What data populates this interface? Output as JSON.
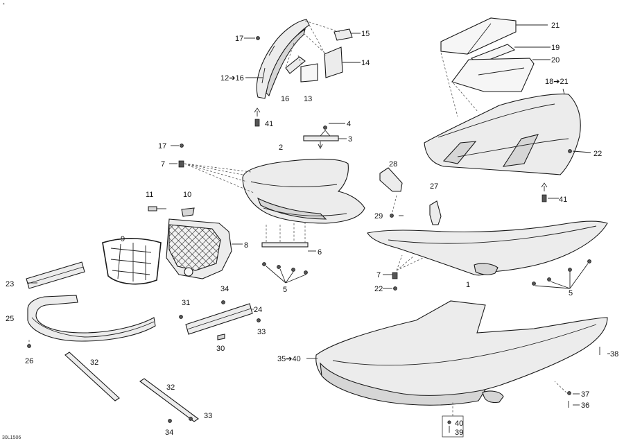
{
  "diagram": {
    "code": "30L1506",
    "corner_mark": "*"
  },
  "callouts": [
    {
      "id": "c1",
      "text": "1"
    },
    {
      "id": "c2",
      "text": "2"
    },
    {
      "id": "c3",
      "text": "3"
    },
    {
      "id": "c4",
      "text": "4"
    },
    {
      "id": "c5a",
      "text": "5"
    },
    {
      "id": "c5b",
      "text": "5"
    },
    {
      "id": "c6",
      "text": "6"
    },
    {
      "id": "c7a",
      "text": "7"
    },
    {
      "id": "c7b",
      "text": "7"
    },
    {
      "id": "c8",
      "text": "8"
    },
    {
      "id": "c9",
      "text": "9"
    },
    {
      "id": "c10",
      "text": "10"
    },
    {
      "id": "c11",
      "text": "11"
    },
    {
      "id": "c1216",
      "text": "12➔16"
    },
    {
      "id": "c13",
      "text": "13"
    },
    {
      "id": "c14",
      "text": "14"
    },
    {
      "id": "c15",
      "text": "15"
    },
    {
      "id": "c16",
      "text": "16"
    },
    {
      "id": "c17a",
      "text": "17"
    },
    {
      "id": "c17b",
      "text": "17"
    },
    {
      "id": "c1821",
      "text": "18➔21"
    },
    {
      "id": "c19",
      "text": "19"
    },
    {
      "id": "c20",
      "text": "20"
    },
    {
      "id": "c21",
      "text": "21"
    },
    {
      "id": "c22a",
      "text": "22"
    },
    {
      "id": "c22b",
      "text": "22"
    },
    {
      "id": "c23",
      "text": "23"
    },
    {
      "id": "c24",
      "text": "24"
    },
    {
      "id": "c25",
      "text": "25"
    },
    {
      "id": "c26",
      "text": "26"
    },
    {
      "id": "c27",
      "text": "27"
    },
    {
      "id": "c28",
      "text": "28"
    },
    {
      "id": "c29",
      "text": "29"
    },
    {
      "id": "c30",
      "text": "30"
    },
    {
      "id": "c31",
      "text": "31"
    },
    {
      "id": "c32a",
      "text": "32"
    },
    {
      "id": "c32b",
      "text": "32"
    },
    {
      "id": "c33a",
      "text": "33"
    },
    {
      "id": "c33b",
      "text": "33"
    },
    {
      "id": "c34a",
      "text": "34"
    },
    {
      "id": "c34b",
      "text": "34"
    },
    {
      "id": "c3540",
      "text": "35➔40"
    },
    {
      "id": "c36",
      "text": "36"
    },
    {
      "id": "c37",
      "text": "37"
    },
    {
      "id": "c38",
      "text": "38"
    },
    {
      "id": "c39",
      "text": "39"
    },
    {
      "id": "c40",
      "text": "40"
    },
    {
      "id": "c41a",
      "text": "41"
    },
    {
      "id": "c41b",
      "text": "41"
    }
  ]
}
